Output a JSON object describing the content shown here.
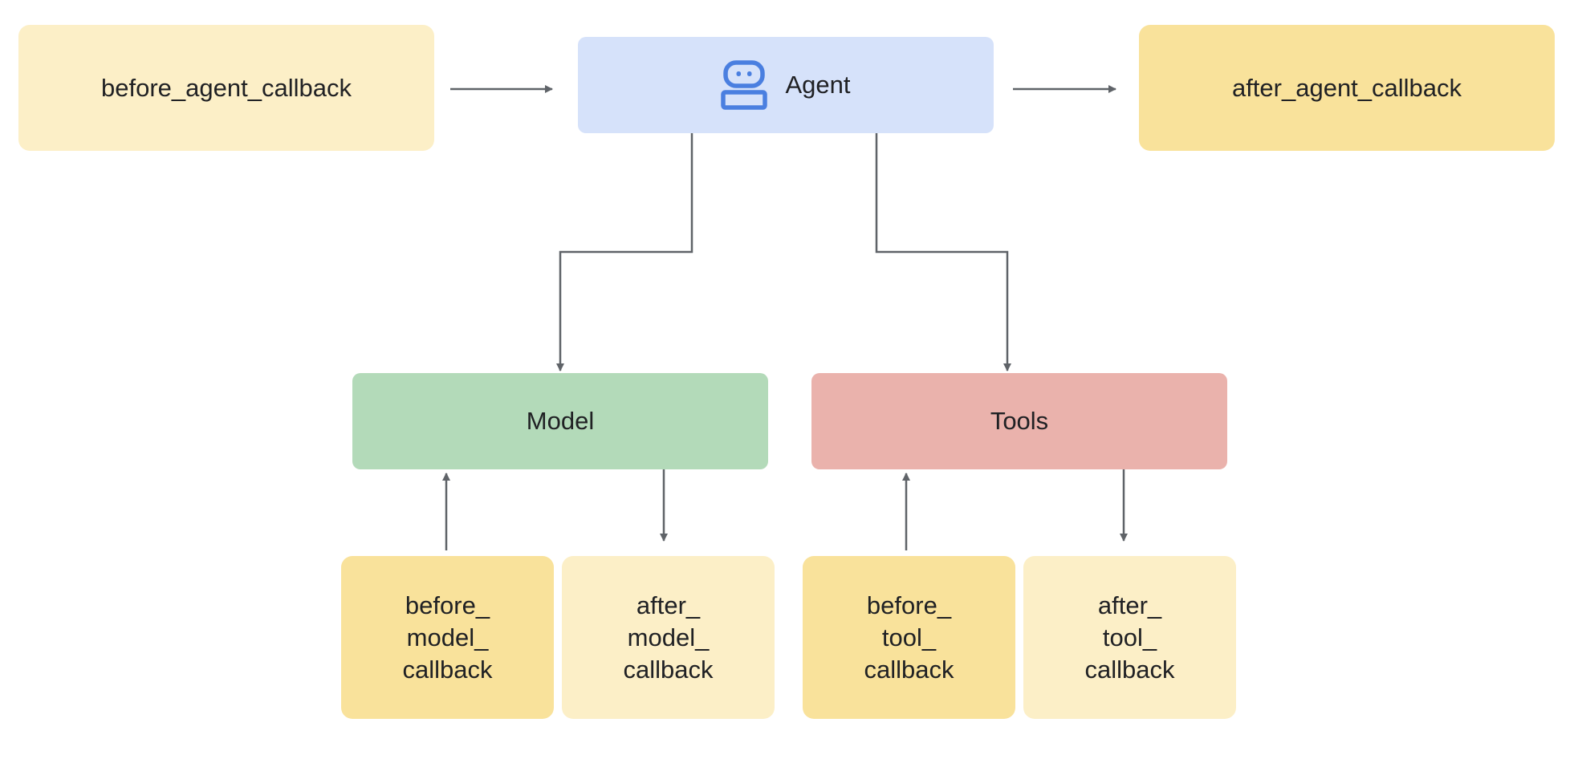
{
  "nodes": {
    "before_agent": {
      "label": "before_agent_callback",
      "color": "#fcefc7"
    },
    "agent": {
      "label": "Agent",
      "color": "#d6e2fa",
      "icon": "robot-icon",
      "icon_color": "#4a7fe0"
    },
    "after_agent": {
      "label": "after_agent_callback",
      "color": "#f9e29b"
    },
    "model": {
      "label": "Model",
      "color": "#b3dab9"
    },
    "tools": {
      "label": "Tools",
      "color": "#eab2ac"
    },
    "before_model": {
      "label": "before_\nmodel_\ncallback",
      "color": "#f9e29b"
    },
    "after_model": {
      "label": "after_\nmodel_\ncallback",
      "color": "#fcefc7"
    },
    "before_tool": {
      "label": "before_\ntool_\ncallback",
      "color": "#f9e29b"
    },
    "after_tool": {
      "label": "after_\ntool_\ncallback",
      "color": "#fcefc7"
    }
  },
  "edges": [
    {
      "from": "before_agent",
      "to": "agent"
    },
    {
      "from": "agent",
      "to": "after_agent"
    },
    {
      "from": "agent",
      "to": "model"
    },
    {
      "from": "agent",
      "to": "tools"
    },
    {
      "from": "before_model",
      "to": "model"
    },
    {
      "from": "model",
      "to": "after_model"
    },
    {
      "from": "before_tool",
      "to": "tools"
    },
    {
      "from": "tools",
      "to": "after_tool"
    }
  ],
  "colors": {
    "arrow": "#5f6368",
    "text": "#202124"
  }
}
